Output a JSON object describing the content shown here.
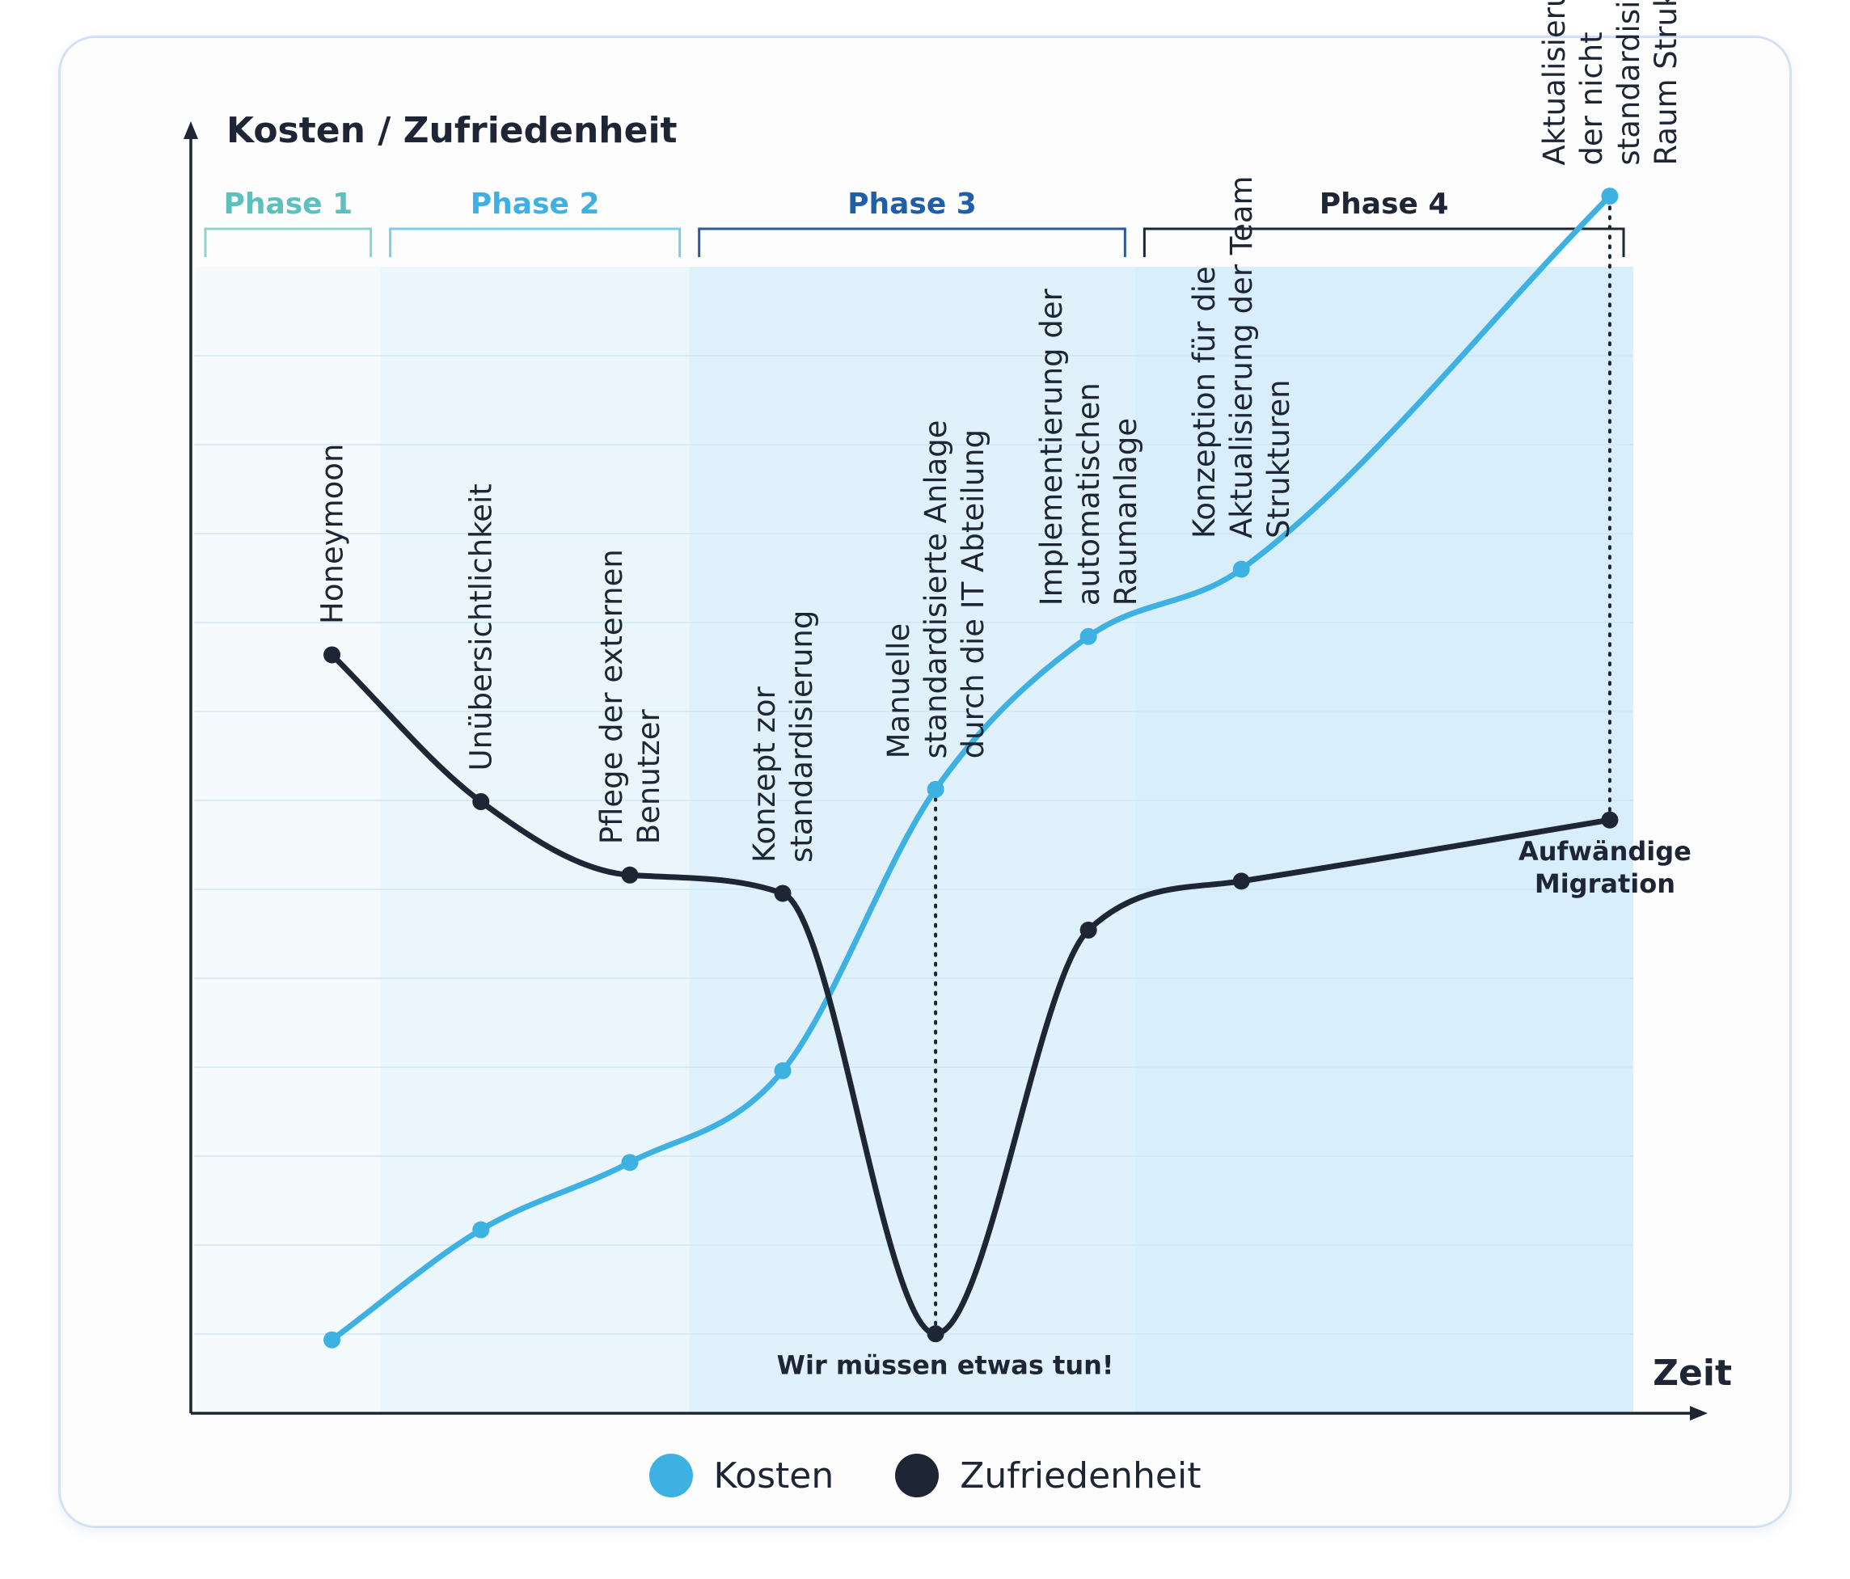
{
  "chart_data": {
    "type": "line",
    "ylabel": "Kosten / Zufriedenheit",
    "xlabel": "Zeit",
    "grid": true,
    "legend_position": "bottom-center",
    "phases": [
      {
        "label": "Phase 1",
        "x_start": 0.0,
        "x_end": 2.42,
        "label_color": "#5cc0bd",
        "band_color": "#f5fafd",
        "bracket_color": "#8ed3d0"
      },
      {
        "label": "Phase 2",
        "x_start": 2.42,
        "x_end": 6.36,
        "label_color": "#3fb0e4",
        "band_color": "#eaf5fc",
        "bracket_color": "#7fcaf0"
      },
      {
        "label": "Phase 3",
        "x_start": 6.36,
        "x_end": 12.04,
        "label_color": "#1f5fa8",
        "band_color": "#e1f1fb",
        "bracket_color": "#2d5b97"
      },
      {
        "label": "Phase 4",
        "x_start": 12.04,
        "x_end": 18.4,
        "label_color": "#1e2535",
        "band_color": "#d8eefa",
        "bracket_color": "#1e2535"
      }
    ],
    "x": [
      1.8,
      3.7,
      5.6,
      7.55,
      9.5,
      11.45,
      13.4,
      18.1
    ],
    "series": [
      {
        "name": "Kosten",
        "color": "#3eb1e3",
        "values": [
          0.6,
          1.5,
          2.05,
          2.8,
          5.1,
          6.35,
          6.9,
          9.95
        ]
      },
      {
        "name": "Zufriedenheit",
        "color": "#1e2535",
        "values": [
          6.2,
          5.0,
          4.4,
          4.25,
          0.65,
          3.95,
          4.35,
          4.85
        ]
      }
    ],
    "annotations": [
      {
        "x": 1.8,
        "y": 6.2,
        "text": [
          "Honeymoon"
        ],
        "rotated": true,
        "anchor": "zufriedenheit"
      },
      {
        "x": 3.7,
        "y": 5.0,
        "text": [
          "Unübersichtlichkeit"
        ],
        "rotated": true,
        "anchor": "zufriedenheit"
      },
      {
        "x": 5.6,
        "y": 4.4,
        "text": [
          "Pflege der externen",
          "Benutzer"
        ],
        "rotated": true,
        "anchor": "zufriedenheit"
      },
      {
        "x": 7.55,
        "y": 4.25,
        "text": [
          "Konzept zor",
          "standardisierung"
        ],
        "rotated": true,
        "anchor": "zufriedenheit"
      },
      {
        "x": 9.5,
        "y": 5.1,
        "text": [
          "Manuelle",
          "standardisierte Anlage",
          "durch die IT Abteilung"
        ],
        "rotated": true,
        "anchor": "kosten"
      },
      {
        "x": 11.45,
        "y": 6.35,
        "text": [
          "Implementierung der",
          "automatischen",
          "Raumanlage"
        ],
        "rotated": true,
        "anchor": "kosten"
      },
      {
        "x": 13.4,
        "y": 6.9,
        "text": [
          "Konzeption für die",
          "Aktualisierung der Team",
          "Strukturen"
        ],
        "rotated": true,
        "anchor": "kosten"
      },
      {
        "x": 18.1,
        "y": 9.95,
        "text": [
          "Aktualisierung",
          "der nicht",
          "standardisierten",
          "Raum Strukturen"
        ],
        "rotated": true,
        "anchor": "kosten"
      }
    ],
    "callouts": [
      {
        "x": 9.5,
        "y": 0.65,
        "text": [
          "Wir müssen etwas tun!"
        ],
        "position": "below"
      },
      {
        "x": 18.1,
        "y": 4.85,
        "text": [
          "Aufwändige",
          "Migration"
        ],
        "position": "below"
      }
    ],
    "dotted_links": [
      {
        "x": 9.5,
        "from": 0.65,
        "to": 5.1
      },
      {
        "x": 18.1,
        "from": 4.85,
        "to": 9.95
      }
    ]
  }
}
